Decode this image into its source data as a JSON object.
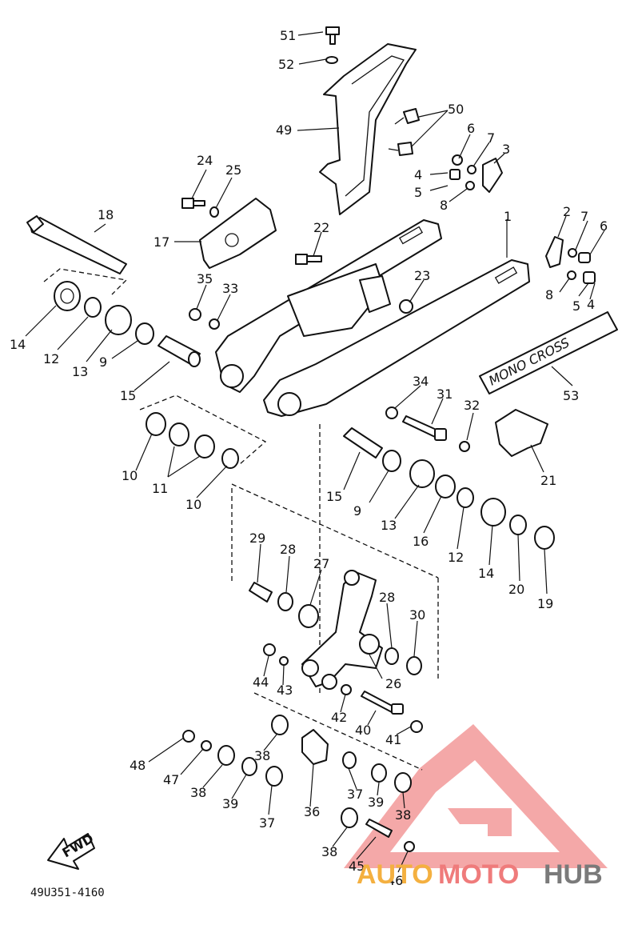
{
  "diagram": {
    "part_numbers": [
      "1",
      "2",
      "3",
      "4",
      "4",
      "5",
      "5",
      "6",
      "6",
      "7",
      "7",
      "8",
      "8",
      "9",
      "9",
      "10",
      "10",
      "11",
      "12",
      "12",
      "13",
      "13",
      "14",
      "14",
      "15",
      "15",
      "16",
      "17",
      "18",
      "19",
      "20",
      "21",
      "22",
      "23",
      "24",
      "25",
      "26",
      "27",
      "28",
      "28",
      "29",
      "30",
      "31",
      "32",
      "33",
      "34",
      "35",
      "36",
      "37",
      "37",
      "38",
      "38",
      "38",
      "38",
      "39",
      "39",
      "40",
      "41",
      "42",
      "43",
      "44",
      "45",
      "46",
      "47",
      "48",
      "49",
      "50",
      "51",
      "52",
      "53"
    ],
    "decal_text": "MONO CROSS",
    "direction_label": "FWD",
    "drawing_code": "49U351-4160"
  },
  "watermark": {
    "part1": "AUTO",
    "part2": "MOTO",
    "part3": "HUB",
    "colors": {
      "auto": "#f4b040",
      "moto": "#ef7b7b",
      "hub": "#7a7a7a",
      "triangle": "#f08080"
    }
  }
}
